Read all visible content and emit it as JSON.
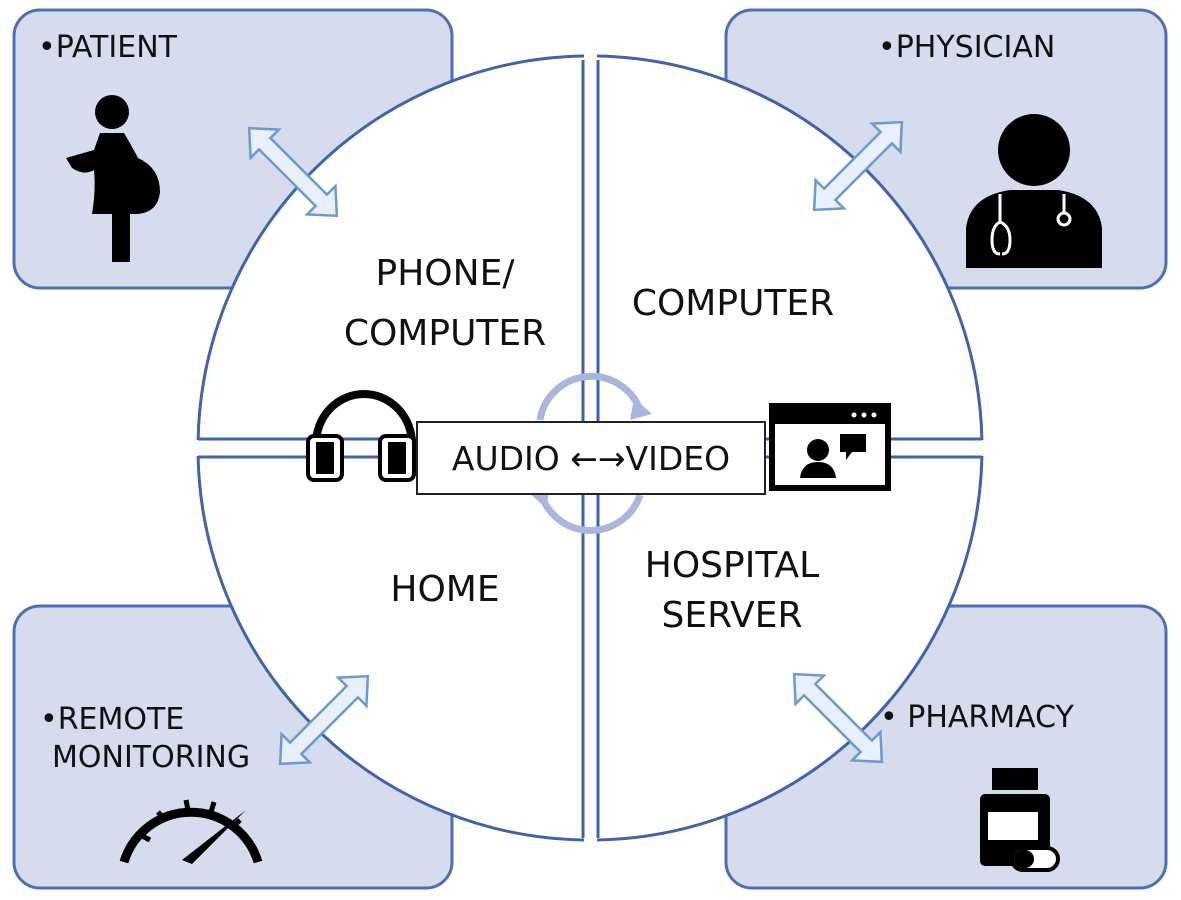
{
  "corners": {
    "patient": {
      "label": "•PATIENT",
      "icon": "pregnant-woman-icon"
    },
    "physician": {
      "label": "•PHYSICIAN",
      "icon": "doctor-stethoscope-icon"
    },
    "remote_monitoring": {
      "label_line1": "•REMOTE",
      "label_line2": "MONITORING",
      "icon": "speedometer-gauge-icon"
    },
    "pharmacy": {
      "label": "•  PHARMACY",
      "icon": "medicine-bottle-pill-icon"
    }
  },
  "quadrants": {
    "top_left": {
      "line1": "PHONE/",
      "line2": "COMPUTER"
    },
    "top_right": {
      "line1": "COMPUTER"
    },
    "bottom_left": {
      "line1": "HOME"
    },
    "bottom_right": {
      "line1": "HOSPITAL",
      "line2": "SERVER"
    }
  },
  "center": {
    "label": "AUDIO ←→VIDEO",
    "left_icon": "headphones-icon",
    "right_icon": "video-call-window-icon",
    "cycle_icon": "circular-arrows-icon"
  },
  "colors": {
    "box_fill": "#d6dbee",
    "box_stroke": "#4f6fb3",
    "arrow_fill": "#e8f1fb",
    "arrow_stroke": "#6c9ad0",
    "icon": "#000000"
  }
}
